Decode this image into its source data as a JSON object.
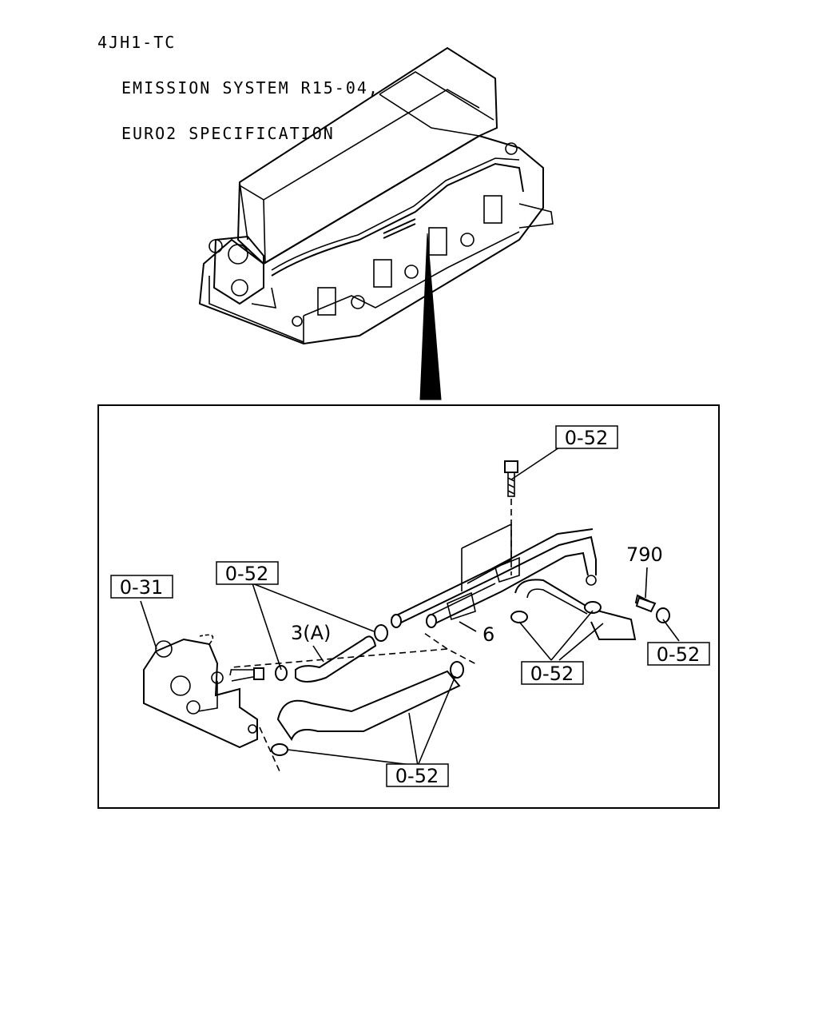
{
  "header": {
    "model": "4JH1-TC",
    "system": "EMISSION SYSTEM R15-04,",
    "spec": "EURO2 SPECIFICATION"
  },
  "callouts": {
    "bolt_ref": "0-52",
    "egr_valve_ref": "0-31",
    "left_clamp_ref": "0-52",
    "right_clamp_ref": "0-52",
    "center_clamp_ref": "0-52",
    "lower_clamp_ref": "0-52"
  },
  "parts": {
    "hose_label": "3(A)",
    "pipe_label": "6",
    "cap_label": "790"
  }
}
